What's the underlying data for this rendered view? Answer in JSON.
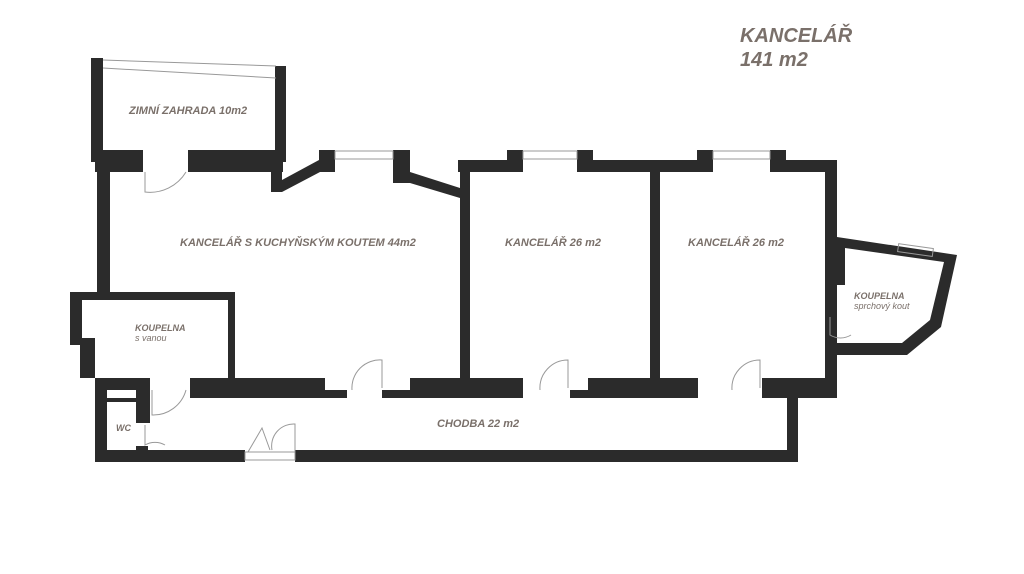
{
  "title": {
    "name": "KANCELÁŘ",
    "area": "141 m2"
  },
  "rooms": {
    "winter_garden": "ZIMNÍ ZAHRADA  10m2",
    "office_kitchen": "KANCELÁŘ S KUCHYŇSKÝM KOUTEM   44m2",
    "office_1": "KANCELÁŘ 26 m2",
    "office_2": "KANCELÁŘ 26 m2",
    "bathroom_tub": {
      "name": "KOUPELNA",
      "note": "s vanou"
    },
    "bathroom_shower": {
      "name": "KOUPELNA",
      "note": "sprchový kout"
    },
    "wc": "WC",
    "corridor": "CHODBA 22 m2"
  },
  "colors": {
    "wall": "#2b2b2b",
    "label": "#7a706a"
  }
}
